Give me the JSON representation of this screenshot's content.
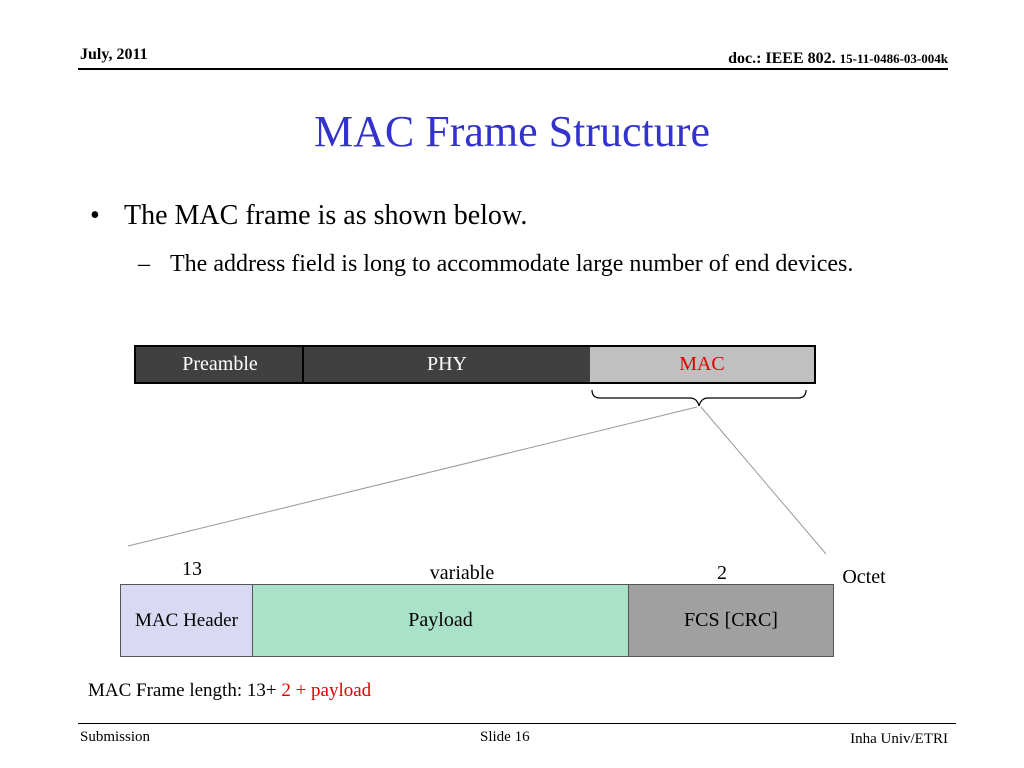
{
  "header": {
    "date": "July, 2011",
    "doc_prefix": "doc.: IEEE 802.",
    "doc_number": "15-11-0486-03-004k"
  },
  "slide": {
    "title": "MAC Frame Structure",
    "bullet_mark": "•",
    "bullet": "The MAC frame is as shown below.",
    "sub_mark": "–",
    "sub_bullet": "The address field is long to accommodate large number of end devices."
  },
  "frame_top": {
    "preamble": "Preamble",
    "phy": "PHY",
    "mac": "MAC"
  },
  "frame_mac": {
    "header_size": "13",
    "payload_size": "variable",
    "fcs_size": "2",
    "unit": "Octet",
    "header": "MAC Header",
    "payload": "Payload",
    "fcs": "FCS [CRC]"
  },
  "formula": {
    "prefix": "MAC Frame length: 13+",
    "suffix": " 2 + payload"
  },
  "footer": {
    "left": "Submission",
    "center": "Slide 16",
    "right": "Inha Univ/ETRI"
  },
  "colors": {
    "title": "#3333cc",
    "accent_red": "#e00000",
    "dark_field": "#404040",
    "mac_field": "#c0c0c0",
    "header_field": "#d9d9f3",
    "payload_field": "#a9e2c8",
    "fcs_field": "#a0a0a0"
  }
}
